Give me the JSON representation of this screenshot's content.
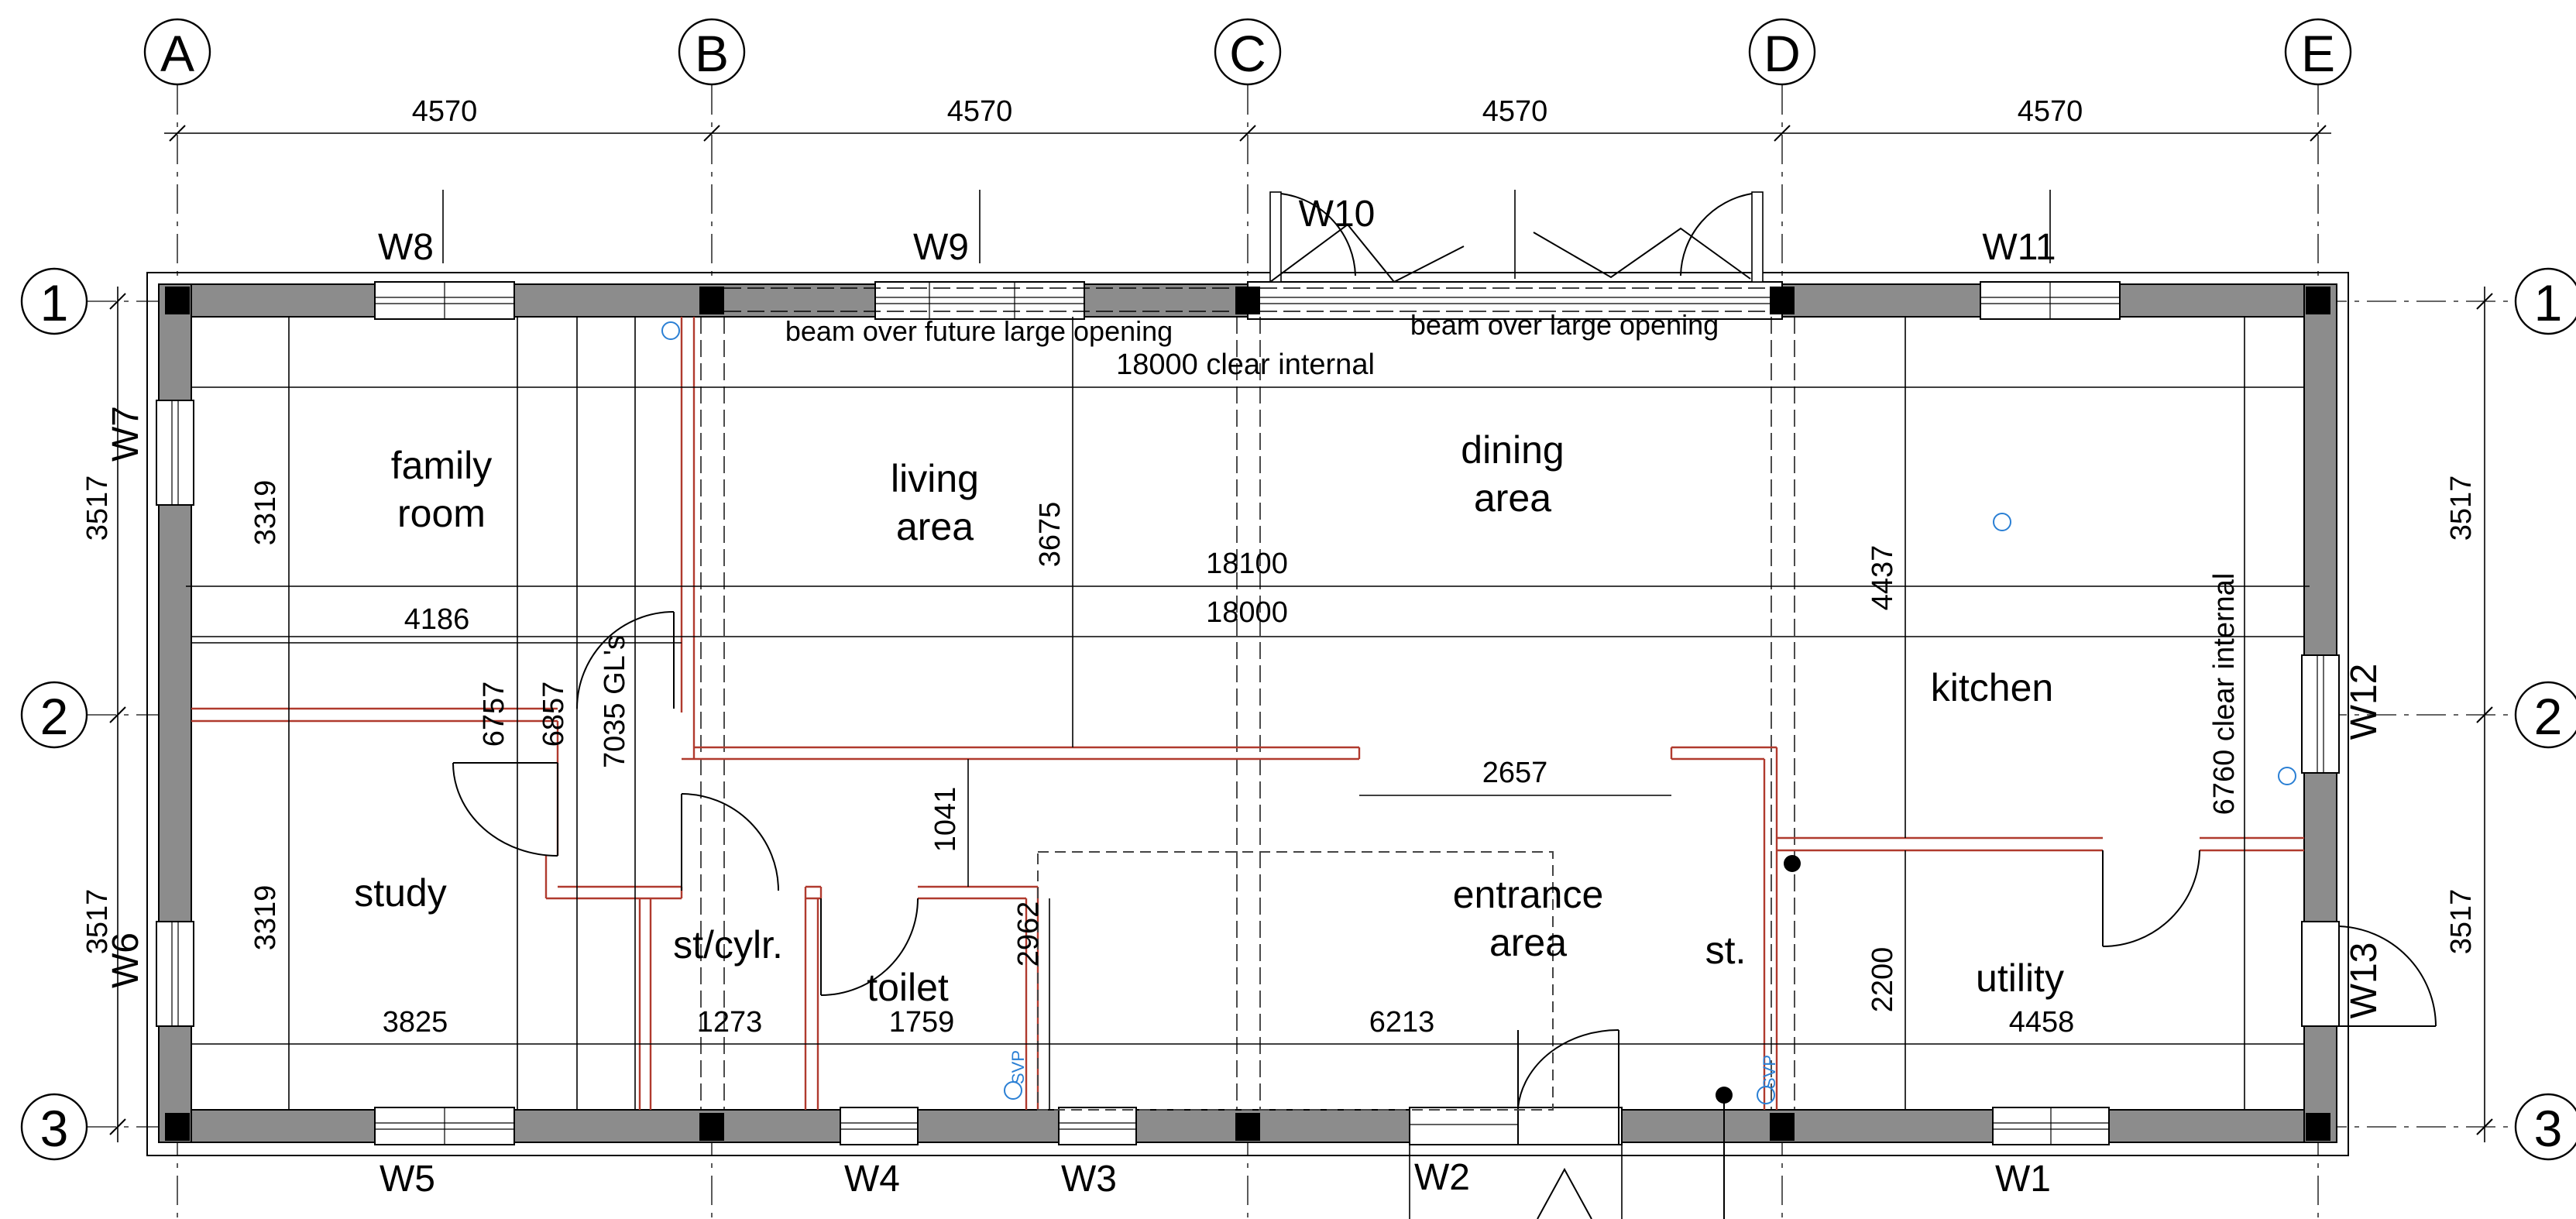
{
  "grid": {
    "columns": [
      "A",
      "B",
      "C",
      "D",
      "E"
    ],
    "rows": [
      "1",
      "2",
      "3"
    ]
  },
  "dimensions": {
    "top_bays": [
      "4570",
      "4570",
      "4570",
      "4570"
    ],
    "left_bays": [
      "3517",
      "3517"
    ],
    "right_bays": [
      "3517",
      "3517"
    ],
    "clear_internal_length": "18000 clear internal",
    "clear_internal_width": "6760 clear internal",
    "overall_18100": "18100",
    "overall_18000": "18000",
    "family_room_width": "4186",
    "family_room_depth": "3319",
    "study_depth": "3319",
    "study_width": "3825",
    "dim_6757": "6757",
    "dim_6857": "6857",
    "dim_7035": "7035 GL's",
    "living_depth": "3675",
    "kitchen_depth": "4437",
    "hall_1041": "1041",
    "opening_2657": "2657",
    "toilet_depth": "2962",
    "cyl_width": "1273",
    "toilet_width": "1759",
    "entrance_width": "6213",
    "utility_depth": "2200",
    "utility_width": "4458"
  },
  "notes": {
    "beam_future": "beam over future large opening",
    "beam_large": "beam over large opening"
  },
  "rooms": {
    "family_room": [
      "family",
      "room"
    ],
    "living_area": [
      "living",
      "area"
    ],
    "dining_area": [
      "dining",
      "area"
    ],
    "kitchen": "kitchen",
    "study": "study",
    "st_cylr": "st/cylr.",
    "toilet": "toilet",
    "entrance_area": [
      "entrance",
      "area"
    ],
    "store": "st.",
    "utility": "utility"
  },
  "windows": {
    "w1": "W1",
    "w2": "W2",
    "w3": "W3",
    "w4": "W4",
    "w5": "W5",
    "w6": "W6",
    "w7": "W7",
    "w8": "W8",
    "w9": "W9",
    "w10": "W10",
    "w11": "W11",
    "w12": "W12",
    "w13": "W13"
  },
  "svp_label": "SVP"
}
